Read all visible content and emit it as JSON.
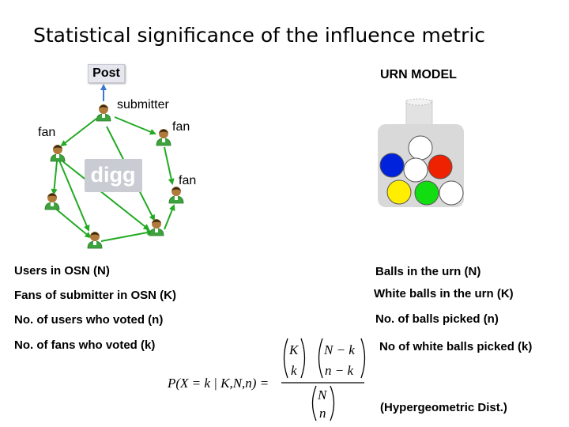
{
  "title": "Statistical significance of the influence metric",
  "osn": {
    "post_label": "Post",
    "submitter_label": "submitter",
    "fan_labels": [
      "fan",
      "fan",
      "fan"
    ],
    "logo_text": "digg"
  },
  "urn": {
    "title": "URN MODEL",
    "balls": [
      {
        "color": "#ffffff"
      },
      {
        "color": "#0022dd"
      },
      {
        "color": "#ffffff"
      },
      {
        "color": "#ee2200"
      },
      {
        "color": "#ffee00"
      },
      {
        "color": "#11dd11"
      },
      {
        "color": "#ffffff"
      }
    ]
  },
  "left_list": [
    "Users in OSN (N)",
    "Fans of submitter in OSN (K)",
    "No. of users who voted (n)",
    "No. of fans who voted (k)"
  ],
  "right_list": [
    "Balls in the urn (N)",
    "White balls in the urn (K)",
    "No. of balls picked (n)",
    "No of white balls picked (k)"
  ],
  "formula": {
    "lhs": "P(X = k | K,N,n) =",
    "num1_top": "K",
    "num1_bottom": "k",
    "num2_top": "N − k",
    "num2_bottom": "n − k",
    "den_top": "N",
    "den_bottom": "n"
  },
  "distribution_note": "(Hypergeometric Dist.)",
  "colors": {
    "edge": "#22aa22",
    "user_shirt": "#3da33d",
    "urn_body": "#d9d9d9",
    "post_box": "#e6e6ee"
  }
}
